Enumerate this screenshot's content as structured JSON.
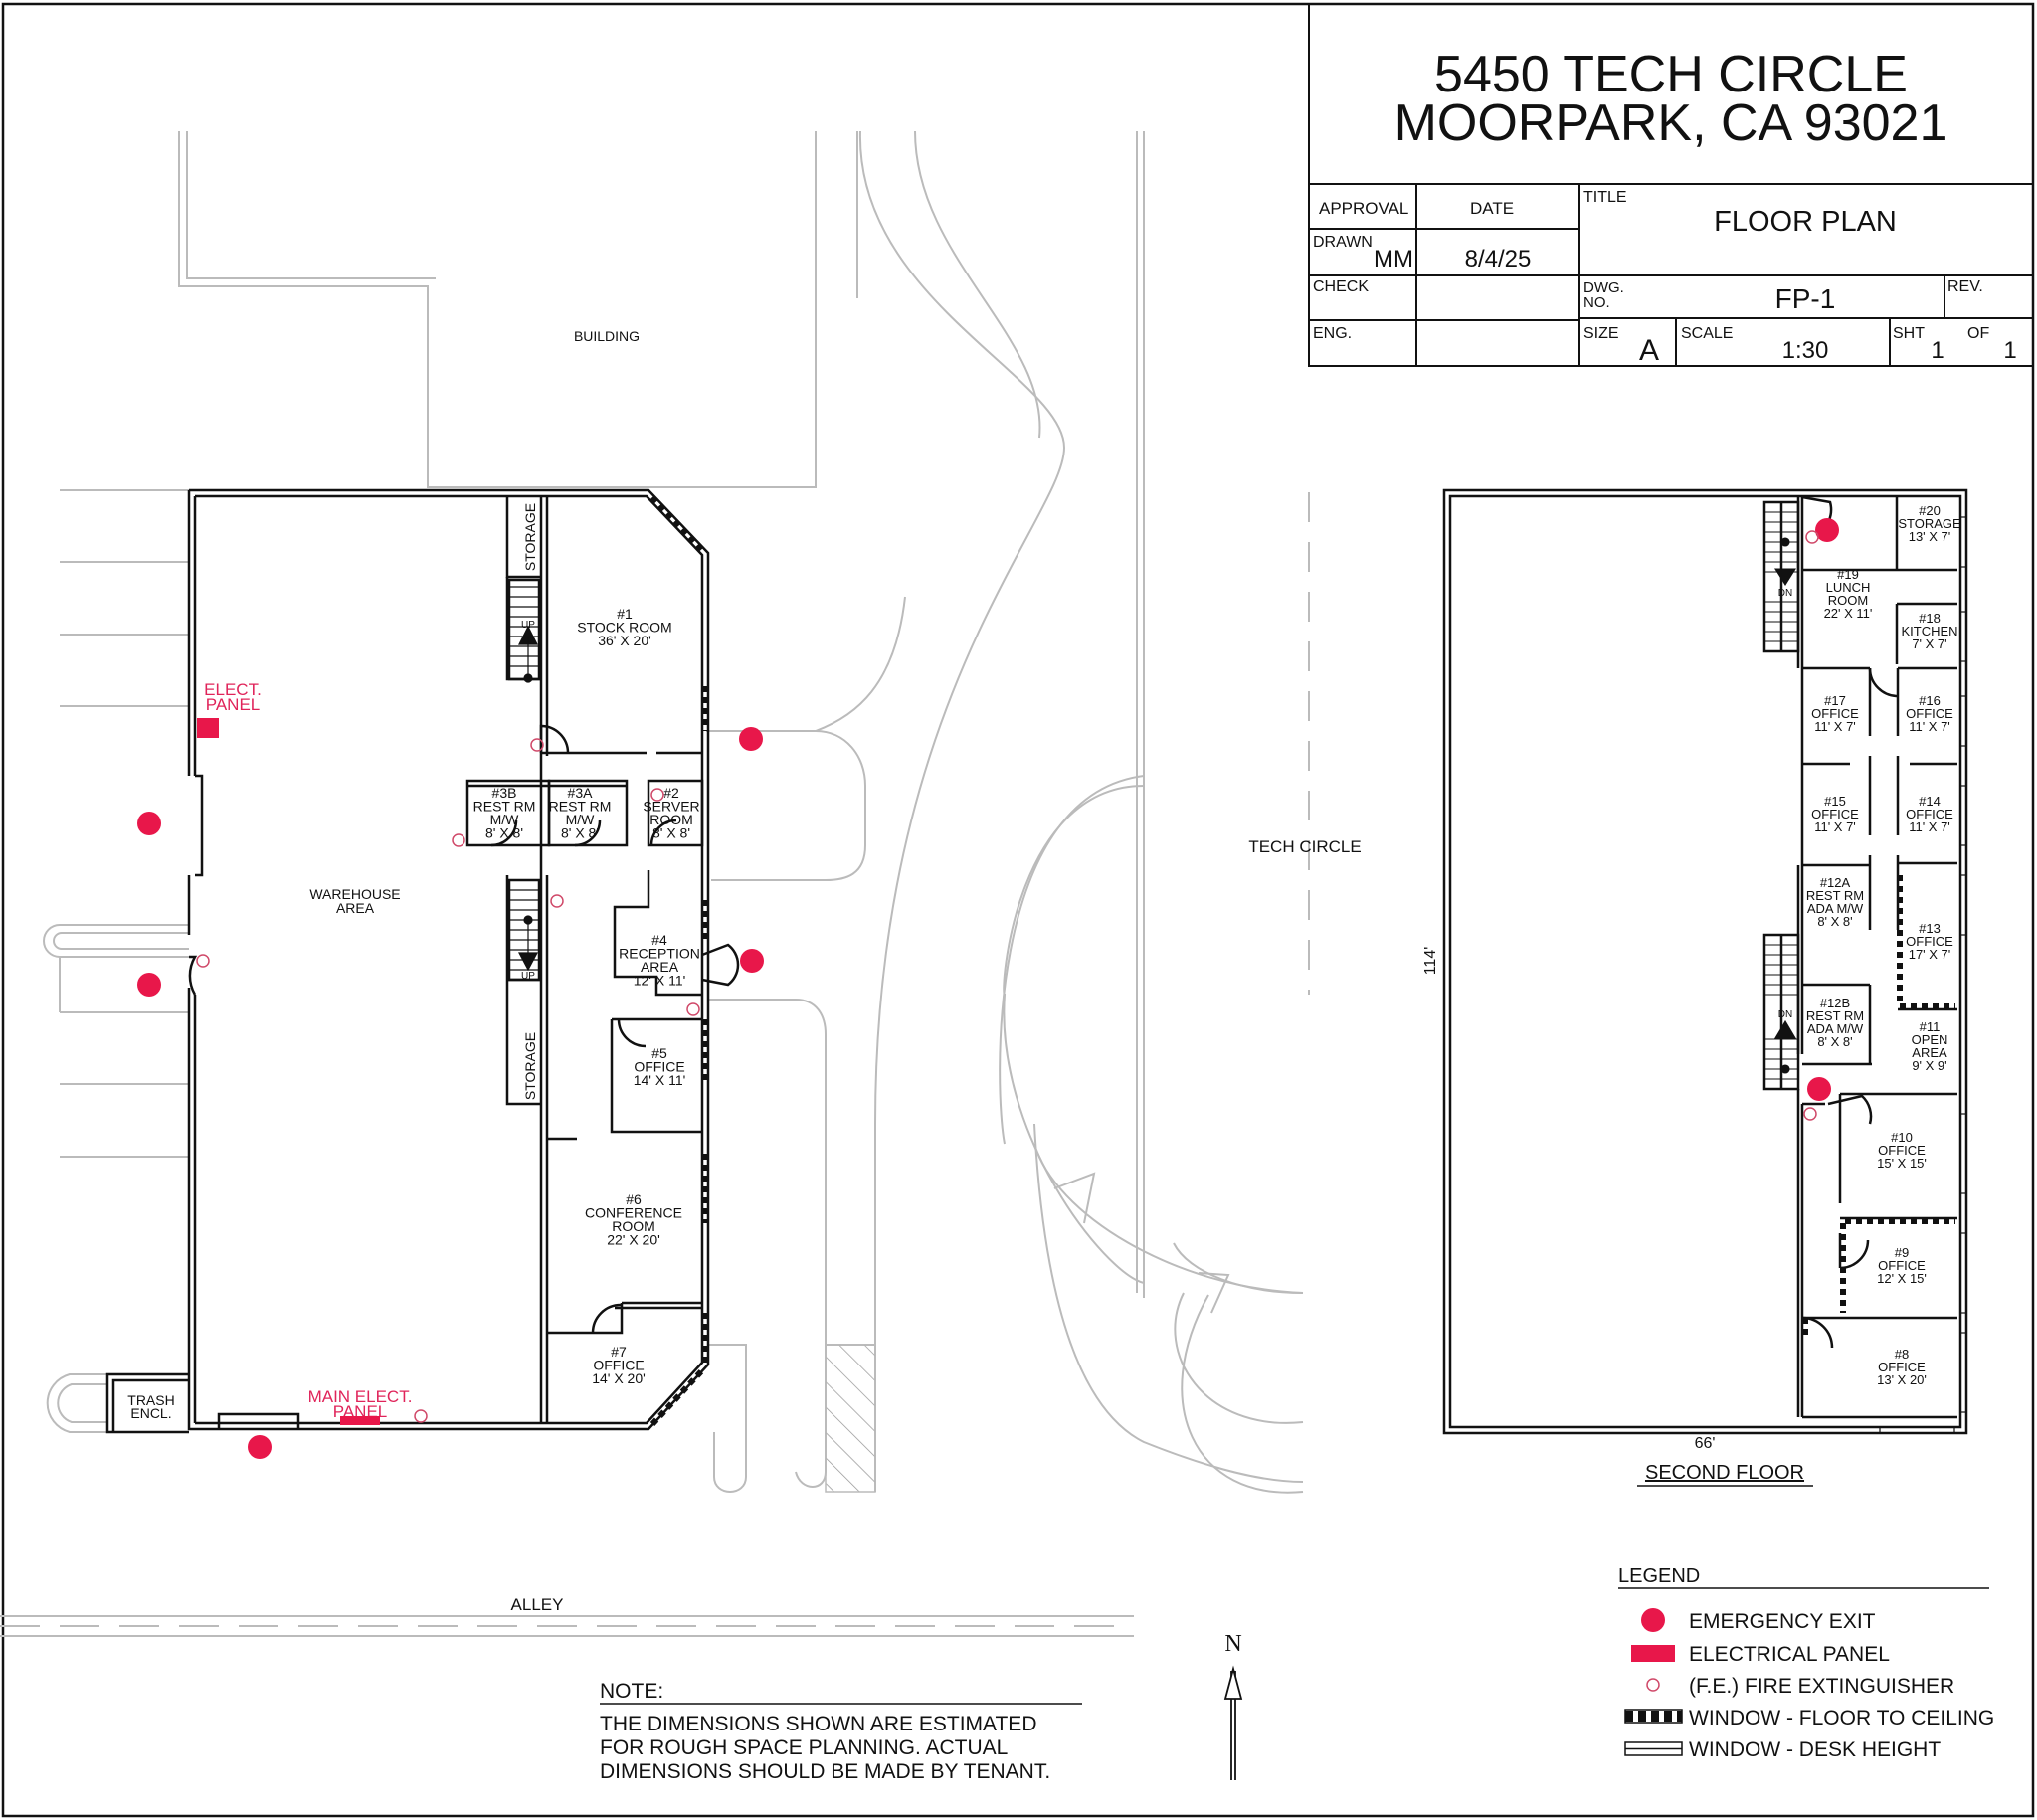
{
  "title_block": {
    "address_line1": "5450 TECH CIRCLE",
    "address_line2": "MOORPARK, CA 93021",
    "approval_label": "APPROVAL",
    "date_label": "DATE",
    "title_label": "TITLE",
    "title_value": "FLOOR PLAN",
    "drawn_label": "DRAWN",
    "drawn_value": "MM",
    "date_value": "8/4/25",
    "check_label": "CHECK",
    "dwg_label_1": "DWG.",
    "dwg_label_2": "NO.",
    "dwg_value": "FP-1",
    "rev_label": "REV.",
    "eng_label": "ENG.",
    "size_label": "SIZE",
    "size_value": "A",
    "scale_label": "SCALE",
    "scale_value": "1:30",
    "sht_label": "SHT",
    "sht_value": "1",
    "of_label": "OF",
    "of_value": "1"
  },
  "site": {
    "building": "BUILDING",
    "tech_circle": "TECH CIRCLE",
    "alley": "ALLEY",
    "north": "N"
  },
  "first_floor": {
    "storage": "STORAGE",
    "up": "UP",
    "elect_panel_1": "ELECT.",
    "elect_panel_2": "PANEL",
    "main_elect_1": "MAIN ELECT.",
    "main_elect_2": "PANEL",
    "trash_1": "TRASH",
    "trash_2": "ENCL.",
    "warehouse_1": "WAREHOUSE",
    "warehouse_2": "AREA",
    "rooms": [
      {
        "l1": "#1",
        "l2": "STOCK ROOM",
        "l3": "36' X 20'"
      },
      {
        "l1": "#3B",
        "l2": "REST RM",
        "l3": "M/W",
        "l4": "8' X 8'"
      },
      {
        "l1": "#3A",
        "l2": "REST RM",
        "l3": "M/W",
        "l4": "8' X 8'"
      },
      {
        "l1": "#2",
        "l2": "SERVER",
        "l3": "ROOM",
        "l4": "8' X 8'"
      },
      {
        "l1": "#4",
        "l2": "RECEPTION",
        "l3": "AREA",
        "l4": "12' X 11'"
      },
      {
        "l1": "#5",
        "l2": "OFFICE",
        "l3": "14' X 11'"
      },
      {
        "l1": "#6",
        "l2": "CONFERENCE",
        "l3": "ROOM",
        "l4": "22' X 20'"
      },
      {
        "l1": "#7",
        "l2": "OFFICE",
        "l3": "14' X 20'"
      }
    ]
  },
  "second_floor": {
    "label": "SECOND FLOOR",
    "width_dim": "66'",
    "height_dim": "114'",
    "dn": "DN",
    "rooms": [
      {
        "l1": "#20",
        "l2": "STORAGE",
        "l3": "13' X 7'"
      },
      {
        "l1": "#19",
        "l2": "LUNCH",
        "l3": "ROOM",
        "l4": "22' X 11'"
      },
      {
        "l1": "#18",
        "l2": "KITCHEN",
        "l3": "7' X 7'"
      },
      {
        "l1": "#17",
        "l2": "OFFICE",
        "l3": "11' X 7'"
      },
      {
        "l1": "#16",
        "l2": "OFFICE",
        "l3": "11' X 7'"
      },
      {
        "l1": "#15",
        "l2": "OFFICE",
        "l3": "11' X 7'"
      },
      {
        "l1": "#14",
        "l2": "OFFICE",
        "l3": "11' X 7'"
      },
      {
        "l1": "#12A",
        "l2": "REST RM",
        "l3": "ADA M/W",
        "l4": "8' X 8'"
      },
      {
        "l1": "#13",
        "l2": "OFFICE",
        "l3": "17' X 7'"
      },
      {
        "l1": "#12B",
        "l2": "REST RM",
        "l3": "ADA M/W",
        "l4": "8' X 8'"
      },
      {
        "l1": "#11",
        "l2": "OPEN",
        "l3": "AREA",
        "l4": "9' X 9'"
      },
      {
        "l1": "#10",
        "l2": "OFFICE",
        "l3": "15' X 15'"
      },
      {
        "l1": "#9",
        "l2": "OFFICE",
        "l3": "12' X 15'"
      },
      {
        "l1": "#8",
        "l2": "OFFICE",
        "l3": "13' X 20'"
      }
    ]
  },
  "legend": {
    "title": "LEGEND",
    "items": [
      {
        "label": "EMERGENCY EXIT"
      },
      {
        "label": "ELECTRICAL PANEL"
      },
      {
        "label": "(F.E.) FIRE EXTINGUISHER"
      },
      {
        "label": "WINDOW - FLOOR TO CEILING"
      },
      {
        "label": "WINDOW - DESK HEIGHT"
      }
    ]
  },
  "note": {
    "title": "NOTE:",
    "line1": "THE DIMENSIONS SHOWN ARE ESTIMATED",
    "line2": "FOR ROUGH SPACE PLANNING. ACTUAL",
    "line3": "DIMENSIONS SHOULD BE MADE BY TENANT."
  },
  "colors": {
    "emergency_exit": "#e8174a",
    "electrical_panel": "#e8174a",
    "extinguisher": "#d04a6a",
    "line": "#111111",
    "site_line": "#bbbbbb"
  }
}
